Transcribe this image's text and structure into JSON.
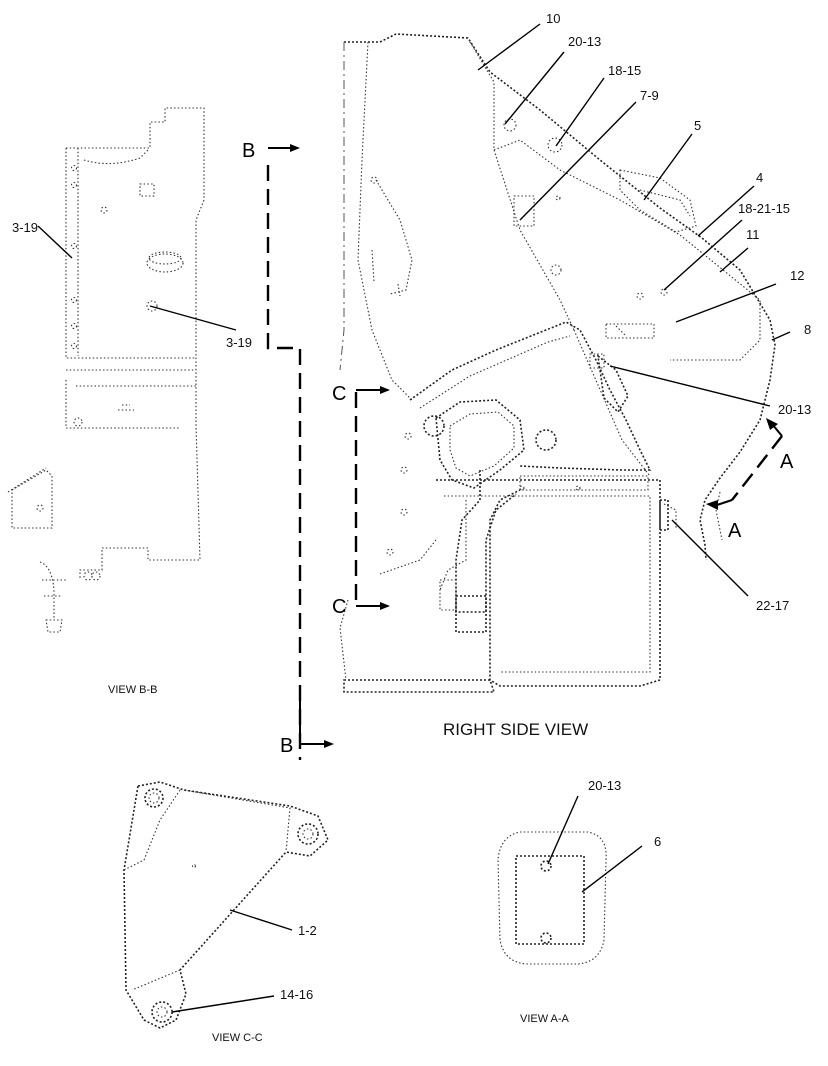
{
  "views": {
    "right_side": {
      "title": "RIGHT SIDE VIEW"
    },
    "b_b": {
      "title": "VIEW B-B"
    },
    "c_c": {
      "title": "VIEW C-C"
    },
    "a_a": {
      "title": "VIEW A-A"
    }
  },
  "section_letters": {
    "b_top": "B",
    "b_bottom": "B",
    "c_top": "C",
    "c_bottom": "C",
    "a_top": "A",
    "a_bottom": "A"
  },
  "callouts": {
    "c10": "10",
    "c20_13_top": "20-13",
    "c18_15": "18-15",
    "c7_9": "7-9",
    "c5": "5",
    "c4": "4",
    "c18_21_15": "18-21-15",
    "c11": "11",
    "c12": "12",
    "c8": "8",
    "c20_13_right": "20-13",
    "c22_17": "22-17",
    "c3_19_left": "3-19",
    "c3_19_right": "3-19",
    "c1_2": "1-2",
    "c14_16": "14-16",
    "c20_13_aa": "20-13",
    "c6": "6"
  },
  "colors": {
    "line": "#000000",
    "background": "#ffffff"
  }
}
